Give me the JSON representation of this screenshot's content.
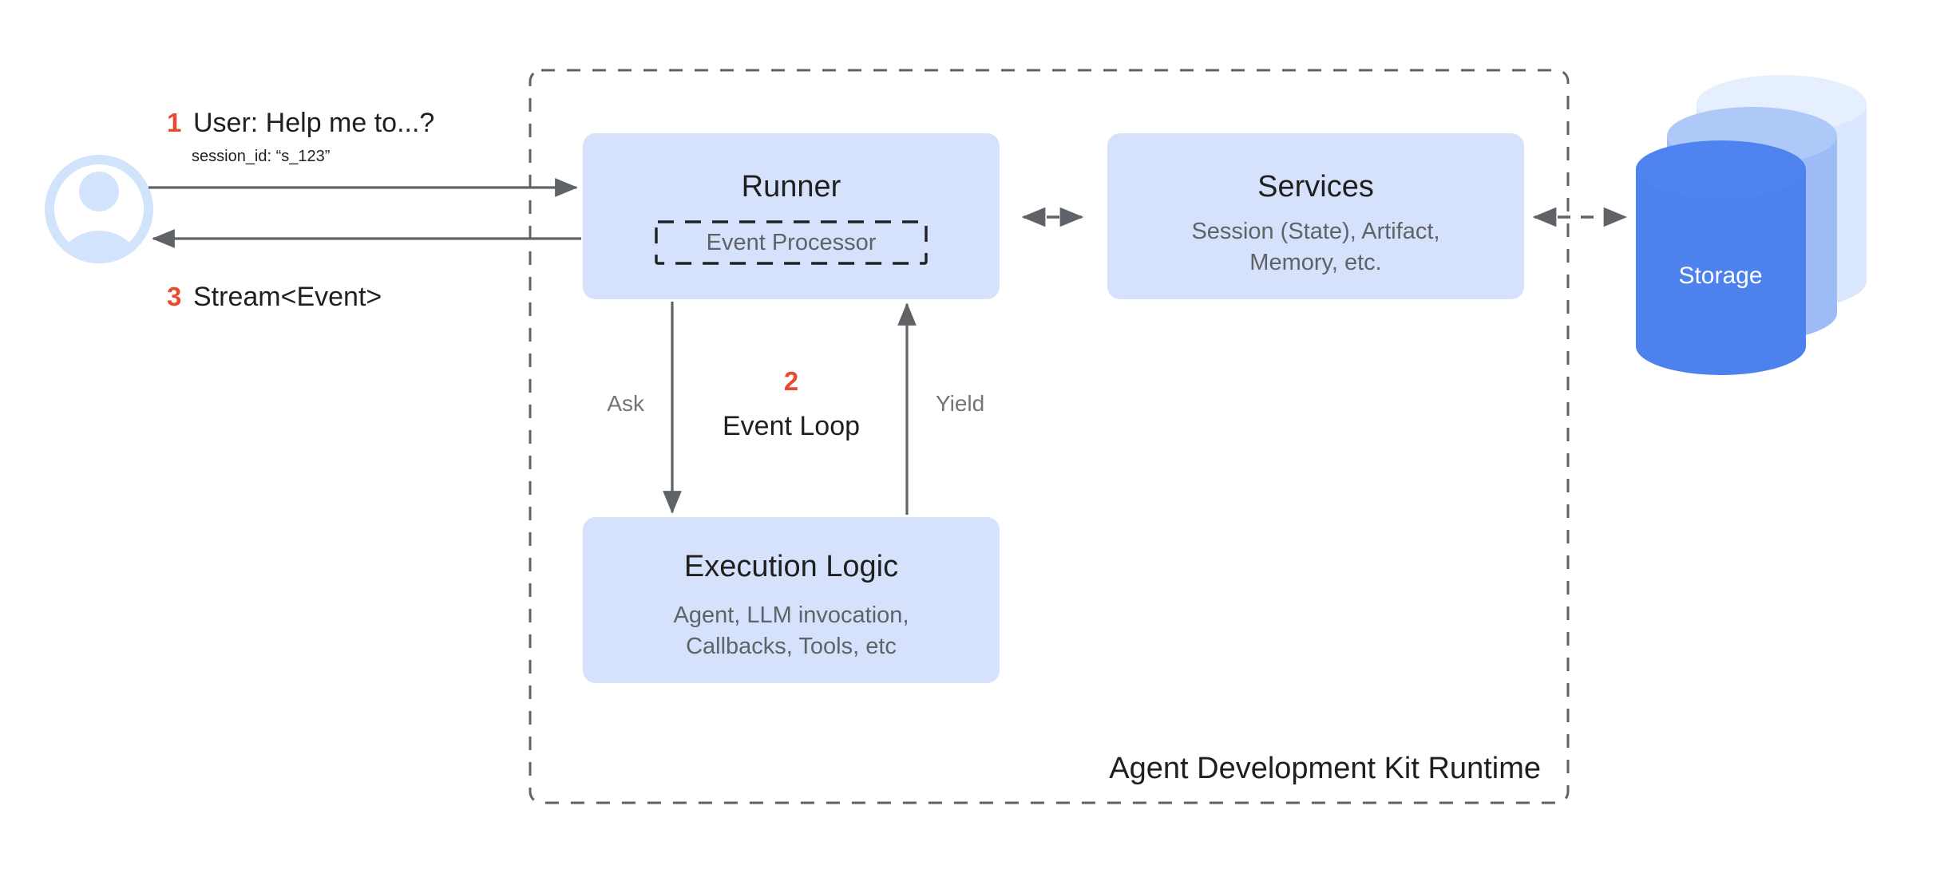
{
  "diagram": {
    "title": "Agent Development Kit Runtime",
    "runtime_label": "Agent Development Kit Runtime",
    "colors": {
      "box_fill": "#d6e2fb",
      "accent_number": "#e84a2f",
      "connector": "#5f6368",
      "storage_front": "#4d82ee",
      "storage_mid": "#9dbcf5",
      "storage_back": "#dbe7fd",
      "avatar": "#d2e3fc",
      "text_primary": "#1f1f1f",
      "text_secondary": "#5f6368"
    }
  },
  "actor": {
    "name": "user-avatar",
    "icon": "user-account-circle-icon"
  },
  "steps": [
    {
      "number": "1",
      "label": "User: Help me to...?",
      "sublabel": "session_id: “s_123”"
    },
    {
      "number": "2",
      "label": "Event Loop"
    },
    {
      "number": "3",
      "label": "Stream<Event>"
    }
  ],
  "nodes": {
    "runner": {
      "title": "Runner",
      "inner": {
        "title": "Event Processor"
      }
    },
    "services": {
      "title": "Services",
      "subtitle_line1": "Session (State), Artifact,",
      "subtitle_line2": "Memory, etc."
    },
    "execution_logic": {
      "title": "Execution Logic",
      "subtitle_line1": "Agent, LLM invocation,",
      "subtitle_line2": "Callbacks, Tools, etc"
    },
    "storage": {
      "title": "Storage"
    }
  },
  "edges": {
    "ask": "Ask",
    "yield": "Yield"
  }
}
